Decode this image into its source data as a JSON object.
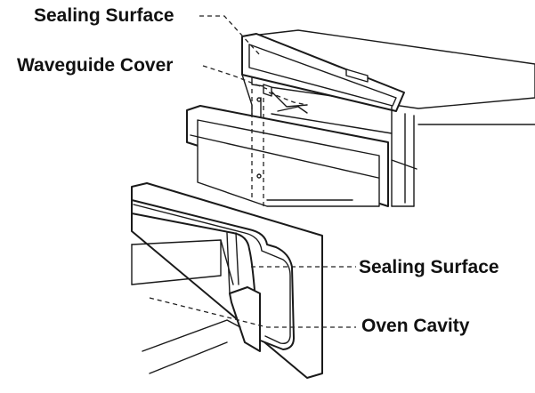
{
  "labels": {
    "sealing_surface_top": "Sealing Surface",
    "waveguide_cover": "Waveguide Cover",
    "sealing_surface_bottom": "Sealing Surface",
    "oven_cavity": "Oven Cavity"
  },
  "colors": {
    "ink": "#1a1a1a",
    "background": "#ffffff"
  }
}
